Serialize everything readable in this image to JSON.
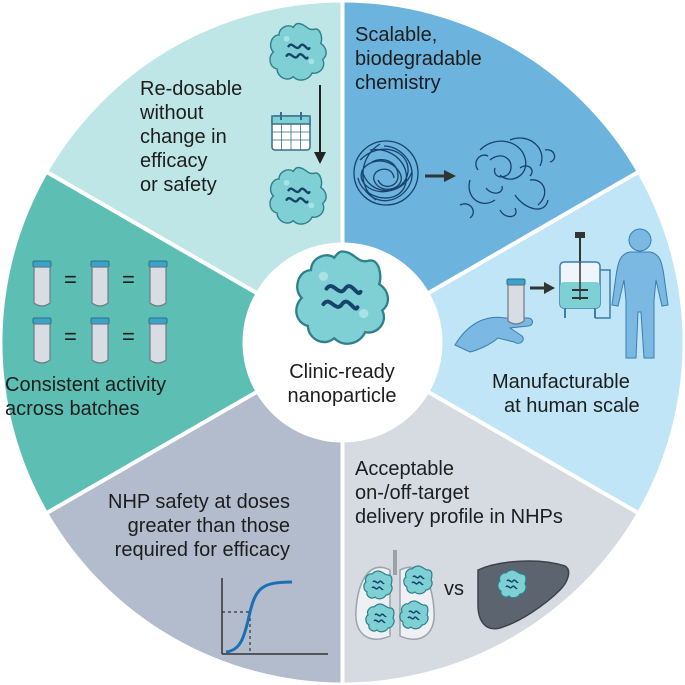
{
  "center": {
    "line1": "Clinic-ready",
    "line2": "nanoparticle"
  },
  "segments": {
    "redosable": {
      "lines": [
        "Re-dosable",
        "without",
        "change in",
        "efficacy",
        "or safety"
      ]
    },
    "scalable": {
      "lines": [
        "Scalable,",
        "biodegradable",
        "chemistry"
      ]
    },
    "manufacturable": {
      "lines": [
        "Manufacturable",
        "at human scale"
      ]
    },
    "delivery": {
      "lines": [
        "Acceptable",
        "on-/off-target",
        "delivery profile in NHPs"
      ],
      "comparison_word": "vs"
    },
    "nhp_safety": {
      "lines": [
        "NHP safety at doses",
        "greater than those",
        "required for efficacy"
      ]
    },
    "consistent": {
      "lines": [
        "Consistent activity",
        "across batches"
      ],
      "equals_sign": "="
    }
  },
  "icons": [
    "nanoparticle-icon",
    "calendar-icon",
    "down-arrow-icon",
    "polymer-coil-icon",
    "degraded-polymer-icon",
    "right-arrow-icon",
    "vial-icon",
    "hand-icon",
    "bioreactor-icon",
    "human-body-icon",
    "lungs-icon",
    "liver-icon",
    "dose-response-curve-icon"
  ],
  "colors": {
    "redosable": "#bfe6e6",
    "scalable": "#6cb3de",
    "manufacturable": "#bfe5f6",
    "delivery": "#d6dbe1",
    "nhp_safety": "#b3bccd",
    "consistent": "#5dbfb4",
    "particle": "#7fd0d4",
    "particle_dark": "#2f7f8d",
    "rna": "#17436b"
  }
}
